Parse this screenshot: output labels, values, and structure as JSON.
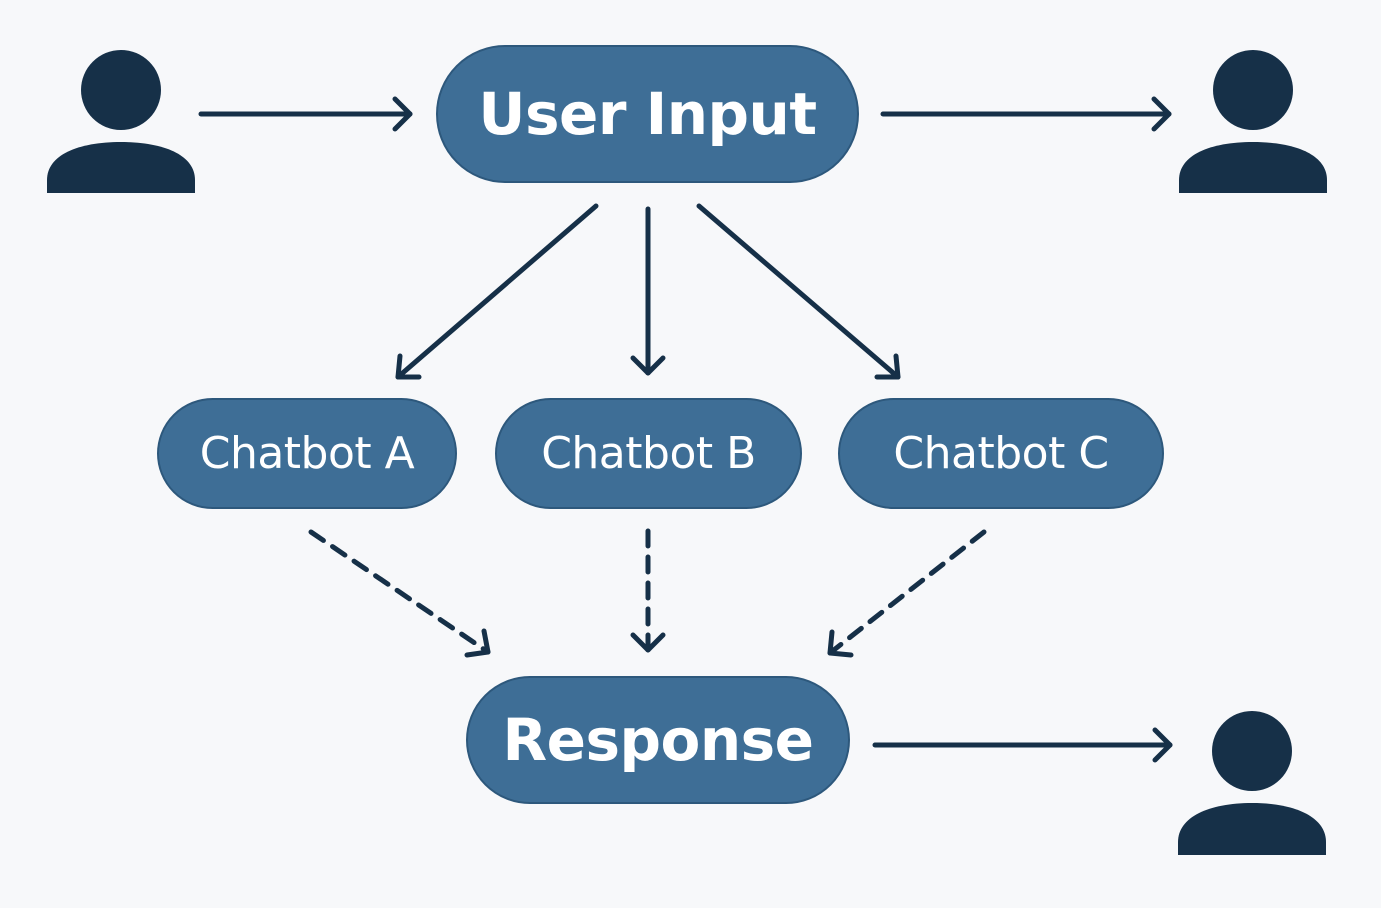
{
  "nodes": {
    "user_input": "User Input",
    "chatbot_a": "Chatbot A",
    "chatbot_b": "Chatbot B",
    "chatbot_c": "Chatbot C",
    "response": "Response"
  },
  "icons": {
    "person": "person-icon"
  },
  "edges": [
    {
      "from": "user-left",
      "to": "user_input",
      "style": "solid"
    },
    {
      "from": "user_input",
      "to": "user-right",
      "style": "solid"
    },
    {
      "from": "user_input",
      "to": "chatbot_a",
      "style": "solid"
    },
    {
      "from": "user_input",
      "to": "chatbot_b",
      "style": "solid"
    },
    {
      "from": "user_input",
      "to": "chatbot_c",
      "style": "solid"
    },
    {
      "from": "chatbot_a",
      "to": "response",
      "style": "dashed"
    },
    {
      "from": "chatbot_b",
      "to": "response",
      "style": "dashed"
    },
    {
      "from": "chatbot_c",
      "to": "response",
      "style": "dashed"
    },
    {
      "from": "response",
      "to": "user-bottom-right",
      "style": "solid"
    }
  ],
  "colors": {
    "background": "#f7f8fa",
    "node_fill": "#3e6e96",
    "node_text": "#ffffff",
    "icon": "#163048",
    "arrow": "#163048"
  }
}
